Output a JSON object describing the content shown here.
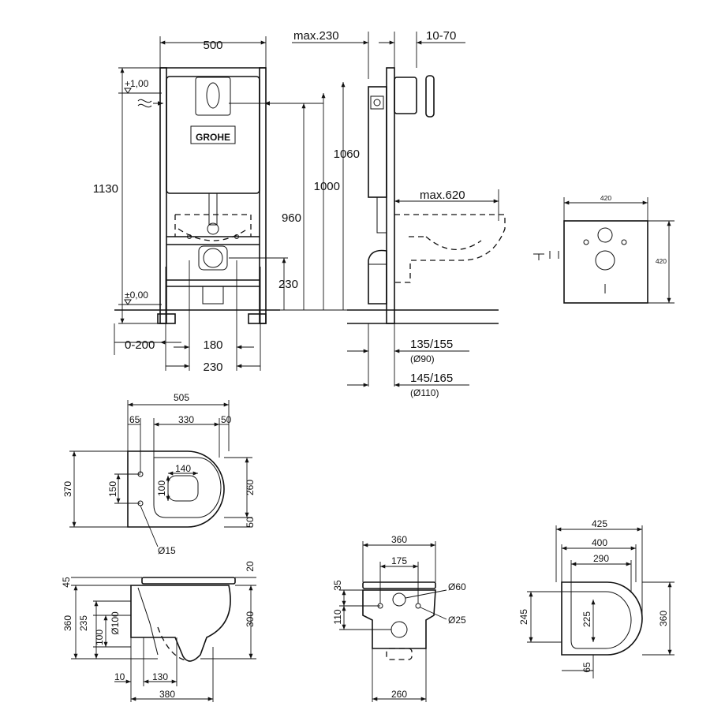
{
  "brand": "GROHE",
  "frame": {
    "width": "500",
    "max_depth": "max.230",
    "adjust_range": "10-70",
    "height_total": "1130",
    "height_1060": "1060",
    "height_1000": "1000",
    "height_960": "960",
    "outlet_height": "230",
    "level_top": "+1,00",
    "level_floor": "±0,00",
    "offset": "0-200",
    "bolt_spacing_180": "180",
    "bolt_spacing_230": "230",
    "max_projection": "max.620",
    "pipe_90": "135/155",
    "pipe_90_dia": "(Ø90)",
    "pipe_110": "145/165",
    "pipe_110_dia": "(Ø110)"
  },
  "plate": {
    "width": "420",
    "height": "420"
  },
  "bowl_top": {
    "length": "505",
    "d65": "65",
    "d330": "330",
    "d50_top": "50",
    "width": "370",
    "d150": "150",
    "d140": "140",
    "d100": "100",
    "d260": "260",
    "d50_side": "50",
    "hole": "Ø15"
  },
  "bowl_side": {
    "d45": "45",
    "d20": "20",
    "height": "360",
    "d235": "235",
    "dia100": "Ø100",
    "d100": "100",
    "d300": "300",
    "d10": "10",
    "d130": "130",
    "length": "380"
  },
  "bowl_back": {
    "width": "360",
    "d175": "175",
    "d35": "35",
    "dia60": "Ø60",
    "d110": "110",
    "dia25": "Ø25",
    "bottom": "260"
  },
  "seat": {
    "d425": "425",
    "d400": "400",
    "d290": "290",
    "d245": "245",
    "d225": "225",
    "d360": "360",
    "d65": "65"
  }
}
